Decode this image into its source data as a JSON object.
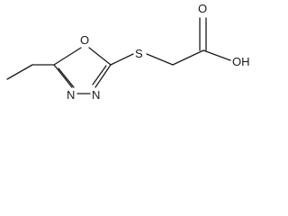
{
  "molecule": {
    "atoms": {
      "ring_oxygen": "O",
      "sulfur": "S",
      "carbonyl_oxygen": "O",
      "hydroxyl": "OH",
      "ring_nitrogen_left": "N",
      "ring_nitrogen_right": "N"
    }
  }
}
